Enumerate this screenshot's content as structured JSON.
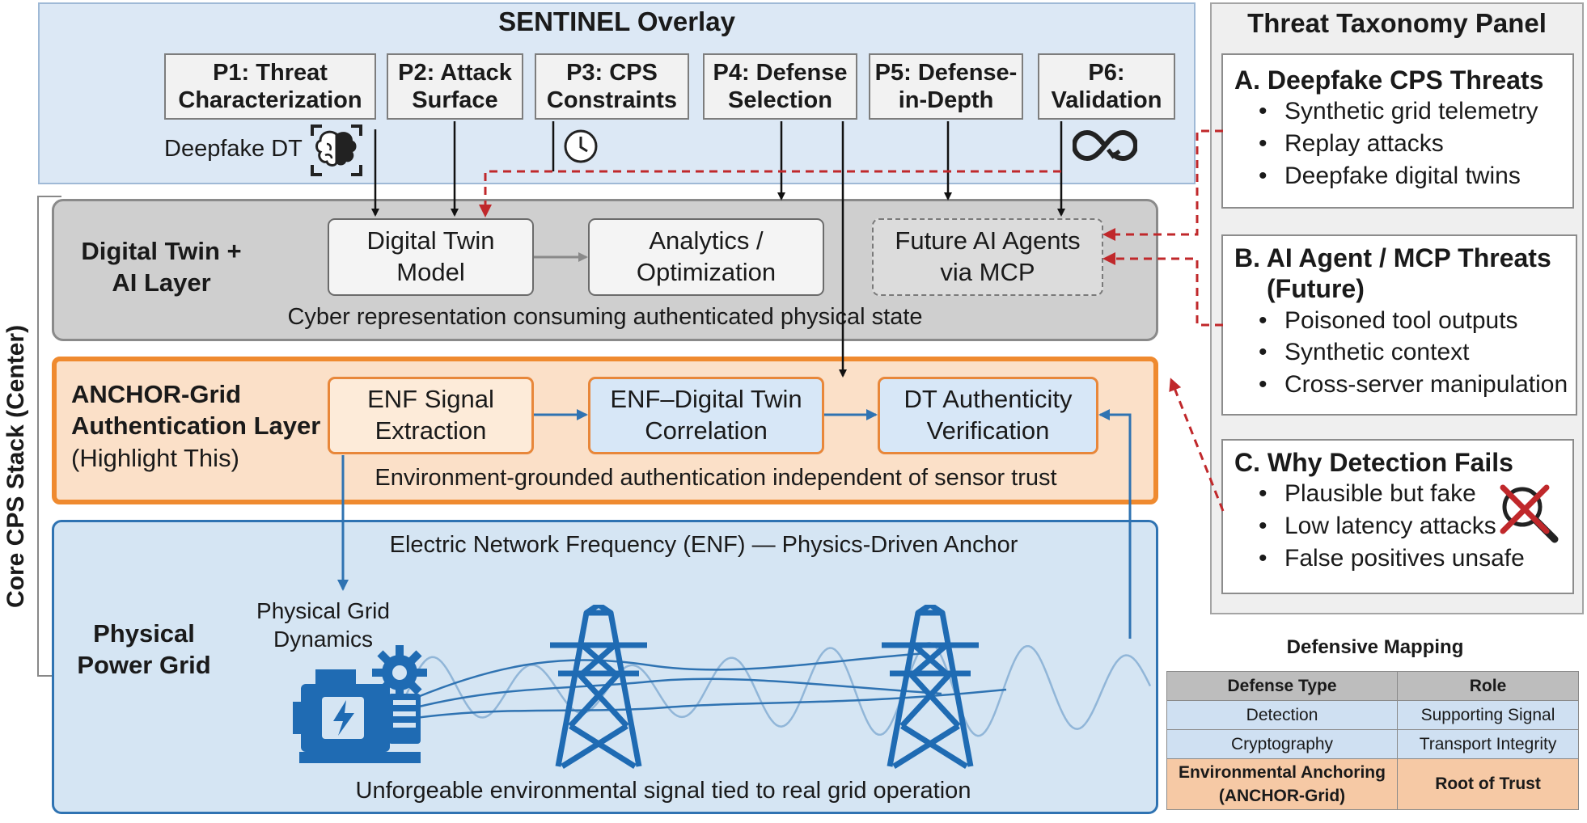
{
  "sentinel": {
    "title": "SENTINEL Overlay",
    "principles": [
      {
        "line1": "P1: Threat",
        "line2": "Characterization"
      },
      {
        "line1": "P2: Attack",
        "line2": "Surface"
      },
      {
        "line1": "P3: CPS",
        "line2": "Constraints"
      },
      {
        "line1": "P4: Defense",
        "line2": "Selection"
      },
      {
        "line1": "P5: Defense-",
        "line2": "in-Depth"
      },
      {
        "line1": "P6:",
        "line2": "Validation"
      }
    ],
    "deepfake_label": "Deepfake DT",
    "icons": [
      "brain-scan-icon",
      "clock-icon",
      "loop-icon"
    ]
  },
  "core_stack_label": "Core CPS Stack (Center)",
  "dt_layer": {
    "name_line1": "Digital Twin +",
    "name_line2": "AI Layer",
    "box1": {
      "line1": "Digital Twin",
      "line2": "Model"
    },
    "box2": {
      "line1": "Analytics /",
      "line2": "Optimization"
    },
    "box3": {
      "line1": "Future AI Agents",
      "line2": "via MCP"
    },
    "caption": "Cyber representation consuming authenticated physical state"
  },
  "anchor_layer": {
    "name_line1": "ANCHOR-Grid",
    "name_line2": "Authentication Layer",
    "name_line3": "(Highlight This)",
    "box1": {
      "line1": "ENF Signal",
      "line2": "Extraction"
    },
    "box2": {
      "line1": "ENF–Digital Twin",
      "line2": "Correlation"
    },
    "box3": {
      "line1": "DT Authenticity",
      "line2": "Verification"
    },
    "caption": "Environment-grounded authentication independent of sensor trust"
  },
  "physical_layer": {
    "name_line1": "Physical",
    "name_line2": "Power Grid",
    "enf_title": "Electric Network Frequency (ENF) — Physics-Driven Anchor",
    "dynamics_line1": "Physical Grid",
    "dynamics_line2": "Dynamics",
    "caption": "Unforgeable environmental signal tied to real grid operation",
    "icons": [
      "generator-icon",
      "gear-icon",
      "transmission-tower-icon"
    ]
  },
  "taxonomy": {
    "title": "Threat Taxonomy Panel",
    "section_a": {
      "title": "A. Deepfake CPS Threats",
      "items": [
        "Synthetic grid telemetry",
        "Replay attacks",
        "Deepfake digital twins"
      ]
    },
    "section_b": {
      "title_line1": "B. AI Agent / MCP Threats",
      "title_line2": "(Future)",
      "items": [
        "Poisoned tool outputs",
        "Synthetic context",
        "Cross-server manipulation"
      ]
    },
    "section_c": {
      "title": "C. Why Detection Fails",
      "items": [
        "Plausible but fake",
        "Low latency attacks",
        "False positives unsafe"
      ]
    }
  },
  "mapping": {
    "title": "Defensive Mapping",
    "headers": [
      "Defense Type",
      "Role"
    ],
    "rows": [
      {
        "type": "Detection",
        "role": "Supporting Signal"
      },
      {
        "type": "Cryptography",
        "role": "Transport Integrity"
      },
      {
        "type_line1": "Environmental Anchoring",
        "type_line2": "(ANCHOR-Grid)",
        "role": "Root of Trust"
      }
    ]
  },
  "colors": {
    "sentinel_bg": "#dce8f5",
    "dt_layer_bg": "#cfcfcf",
    "anchor_border": "#ef8a2f",
    "anchor_bg": "#fbe0c8",
    "physical_border": "#2f73b2",
    "physical_bg": "#d5e5f3",
    "threat_arrow": "#c0282b",
    "flow_arrow": "#2f73b2"
  }
}
